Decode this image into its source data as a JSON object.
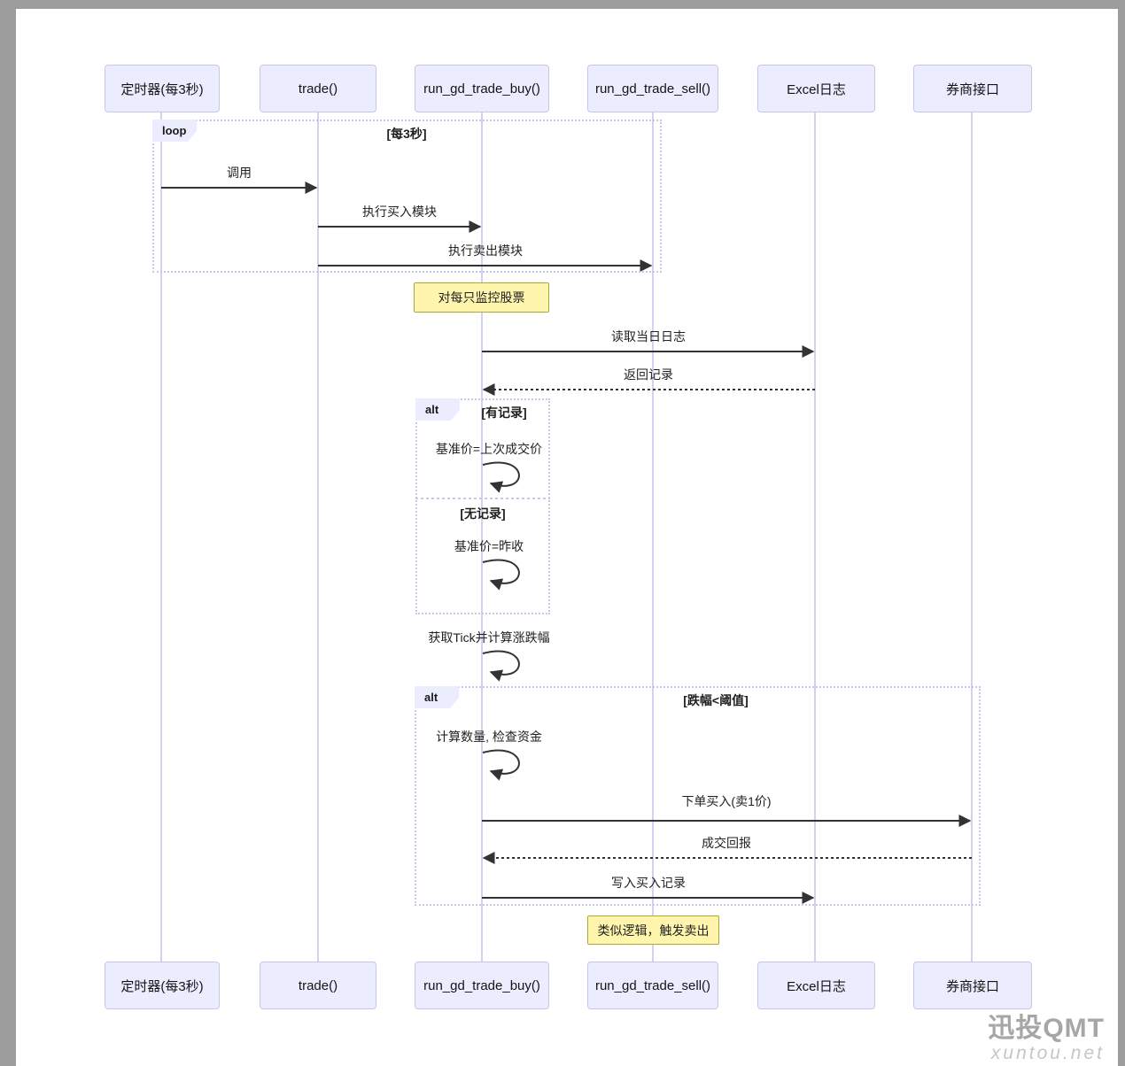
{
  "diagram_type": "sequence-diagram",
  "participants": [
    {
      "label": "定时器(每3秒)"
    },
    {
      "label": "trade()"
    },
    {
      "label": "run_gd_trade_buy()"
    },
    {
      "label": "run_gd_trade_sell()"
    },
    {
      "label": "Excel日志"
    },
    {
      "label": "券商接口"
    }
  ],
  "frames": [
    {
      "keyword": "loop",
      "conditions": [
        "[每3秒]"
      ]
    },
    {
      "keyword": "alt",
      "conditions": [
        "[有记录]",
        "[无记录]"
      ]
    },
    {
      "keyword": "alt",
      "conditions": [
        "[跌幅<阈值]"
      ]
    }
  ],
  "messages": [
    {
      "label": "调用",
      "from": "定时器(每3秒)",
      "to": "trade()",
      "type": "solid"
    },
    {
      "label": "执行买入模块",
      "from": "trade()",
      "to": "run_gd_trade_buy()",
      "type": "solid"
    },
    {
      "label": "执行卖出模块",
      "from": "trade()",
      "to": "run_gd_trade_sell()",
      "type": "solid"
    },
    {
      "label": "读取当日日志",
      "from": "run_gd_trade_buy()",
      "to": "Excel日志",
      "type": "solid"
    },
    {
      "label": "返回记录",
      "from": "Excel日志",
      "to": "run_gd_trade_buy()",
      "type": "dashed"
    },
    {
      "label": "基准价=上次成交价",
      "from": "run_gd_trade_buy()",
      "to": "run_gd_trade_buy()",
      "type": "self"
    },
    {
      "label": "基准价=昨收",
      "from": "run_gd_trade_buy()",
      "to": "run_gd_trade_buy()",
      "type": "self"
    },
    {
      "label": "获取Tick并计算涨跌幅",
      "from": "run_gd_trade_buy()",
      "to": "run_gd_trade_buy()",
      "type": "self"
    },
    {
      "label": "计算数量, 检查资金",
      "from": "run_gd_trade_buy()",
      "to": "run_gd_trade_buy()",
      "type": "self"
    },
    {
      "label": "下单买入(卖1价)",
      "from": "run_gd_trade_buy()",
      "to": "券商接口",
      "type": "solid"
    },
    {
      "label": "成交回报",
      "from": "券商接口",
      "to": "run_gd_trade_buy()",
      "type": "dashed"
    },
    {
      "label": "写入买入记录",
      "from": "run_gd_trade_buy()",
      "to": "Excel日志",
      "type": "solid"
    }
  ],
  "notes": [
    {
      "text": "对每只监控股票"
    },
    {
      "text": "类似逻辑，触发卖出"
    }
  ],
  "watermark": {
    "brand": "迅投QMT",
    "site": "xuntou.net"
  },
  "colors": {
    "participant_fill": "#ececff",
    "participant_border": "#c6c6e8",
    "lifeline": "#d2d2ee",
    "frame_border": "#c7c7e8",
    "note_fill": "#fff5ad",
    "note_border": "#aaaa33",
    "arrow": "#333333",
    "outer_border": "#9d9d9d"
  }
}
